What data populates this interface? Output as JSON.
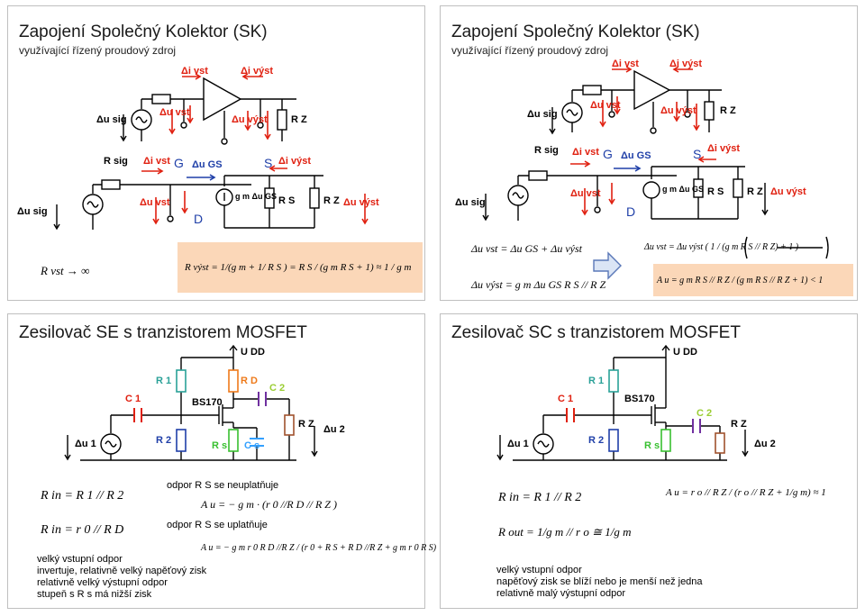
{
  "slides": [
    {
      "title": "Zapojení Společný Kolektor (SK)",
      "subtitle": "využívající řízený proudový zdroj",
      "labels": {
        "d_i_vst": "Δi vst",
        "d_i_vyst": "Δi výst",
        "d_u_sig": "Δu sig",
        "d_u_vst": "Δu vst",
        "d_u_vyst": "Δu výst",
        "r_z": "R Z",
        "r_sig": "R sig",
        "g": "G",
        "s": "S",
        "d": "D",
        "d_u_gs": "Δu GS",
        "gm_dugs": "g m Δu GS",
        "r_s": "R S"
      },
      "formulas": {
        "r_vst": "R vst → ∞",
        "r_vyst": "R výst = 1/(g m + 1/ R S ) = R S / (g m R S + 1) ≈ 1 / g m"
      }
    },
    {
      "title": "Zapojení Společný Kolektor (SK)",
      "subtitle": "využívající řízený proudový zdroj",
      "formulas": {
        "eq1": "Δu vst = Δu GS + Δu výst",
        "eq2": "Δu výst = g m Δu GS R S // R Z",
        "eq3": "Δu vst = Δu výst ( 1 / (g m R S // R Z) + 1 )",
        "au": "A u = g m R S // R Z / (g m R S // R Z + 1) < 1"
      }
    },
    {
      "title": "Zesilovač SE s tranzistorem MOSFET",
      "labels": {
        "udd": "U DD",
        "r1": "R 1",
        "r2": "R 2",
        "rd": "R D",
        "c1": "C 1",
        "c2": "C 2",
        "rs": "R s",
        "cs": "C s",
        "rz": "R Z",
        "du1": "Δu 1",
        "du2": "Δu 2",
        "bs": "BS170"
      },
      "formulas": {
        "rin1": "R in = R 1 // R 2",
        "rin2": "R in = r 0 // R D",
        "hdr1": "odpor R S se neuplatňuje",
        "au1": "A u = − g m · (r 0 //R D // R Z )",
        "hdr2": "odpor R S se uplatňuje",
        "au2": "A u = − g m r 0 R D //R Z / (r 0 + R S + R D //R Z + g m r 0 R S)"
      },
      "notes": [
        "velký vstupní odpor",
        "invertuje, relativně velký napěťový zisk",
        "relativně velký výstupní odpor",
        "stupeň s R s má nižší zisk"
      ]
    },
    {
      "title": "Zesilovač SC s tranzistorem MOSFET",
      "labels": {
        "udd": "U DD",
        "r1": "R 1",
        "r2": "R 2",
        "c1": "C 1",
        "c2": "C 2",
        "rs": "R s",
        "rz": "R Z",
        "du1": "Δu 1",
        "du2": "Δu 2",
        "bs": "BS170"
      },
      "formulas": {
        "rin": "R in = R 1 // R 2",
        "rout": "R out = 1/g m // r o ≅ 1/g m",
        "au": "A u = r o // R Z / (r o // R Z + 1/g m) ≈ 1"
      },
      "notes": [
        "velký vstupní odpor",
        "napěťový zisk se blíží nebo je menší než jedna",
        "relativně malý výstupní odpor"
      ]
    }
  ]
}
